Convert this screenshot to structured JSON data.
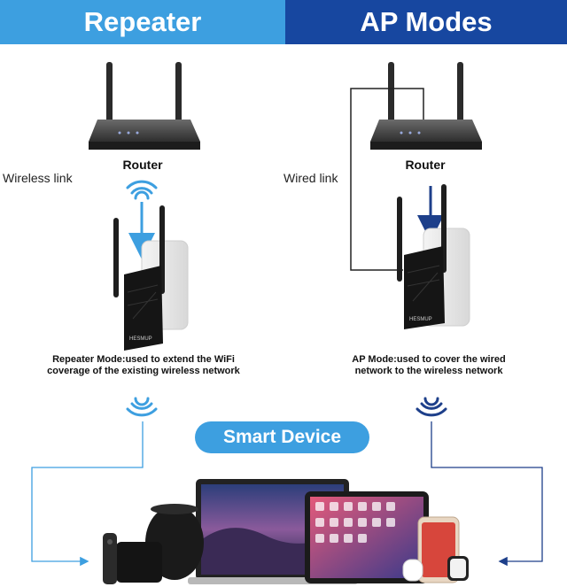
{
  "headers": {
    "left": "Repeater",
    "right": "AP Modes"
  },
  "left_panel": {
    "router_label": "Router",
    "link_label": "Wireless link",
    "caption_line1": "Repeater Mode:used to extend the WiFi",
    "caption_line2": "coverage of the existing wireless network"
  },
  "right_panel": {
    "router_label": "Router",
    "link_label": "Wired link",
    "caption_line1": "AP Mode:used to cover the wired",
    "caption_line2": "network to the wireless network"
  },
  "smart_device_label": "Smart Device",
  "device_brand": "HESMUP",
  "colors": {
    "light_blue": "#3d9fe0",
    "dark_blue": "#1747a0",
    "accent_arrow": "#3d9fe0",
    "dark_arrow": "#1d3f8a"
  },
  "icons": [
    "router-icon",
    "wifi-icon",
    "extender-icon",
    "smart-devices-illustration"
  ]
}
